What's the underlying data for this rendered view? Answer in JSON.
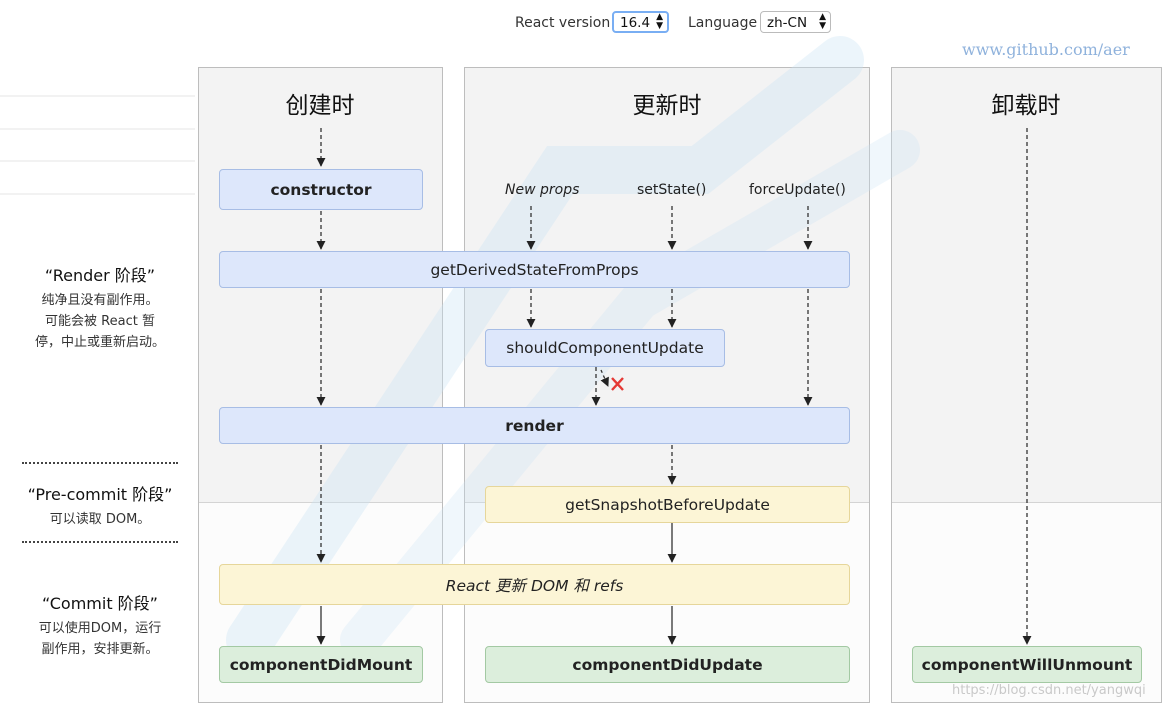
{
  "controls": {
    "react_version_label": "React version",
    "react_version_value": "16.4",
    "language_label": "Language",
    "language_value": "zh-CN"
  },
  "watermark_url": "www.github.com/aer",
  "csdn_watermark": "https://blog.csdn.net/yangwqi",
  "columns": {
    "mount_title": "创建时",
    "update_title": "更新时",
    "unmount_title": "卸载时"
  },
  "triggers": {
    "new_props": "New props",
    "set_state": "setState()",
    "force_update": "forceUpdate()"
  },
  "methods": {
    "constructor": "constructor",
    "get_derived_state": "getDerivedStateFromProps",
    "should_update": "shouldComponentUpdate",
    "render": "render",
    "get_snapshot": "getSnapshotBeforeUpdate",
    "react_updates_dom": "React 更新 DOM 和 refs",
    "did_mount": "componentDidMount",
    "did_update": "componentDidUpdate",
    "will_unmount": "componentWillUnmount"
  },
  "phases": {
    "render_title": "“Render 阶段”",
    "render_desc": [
      "纯净且没有副作用。",
      "可能会被 React 暂",
      "停，中止或重新启动。"
    ],
    "precommit_title": "“Pre-commit 阶段”",
    "precommit_desc": [
      "可以读取 DOM。"
    ],
    "commit_title": "“Commit 阶段”",
    "commit_desc": [
      "可以使用DOM，运行",
      "副作用，安排更新。"
    ]
  },
  "colors": {
    "render_phase": "#dde7fb",
    "commit_phase": "#fcf5d6",
    "lifecycle_end": "#dceedc",
    "cancel_mark": "#e53935"
  }
}
